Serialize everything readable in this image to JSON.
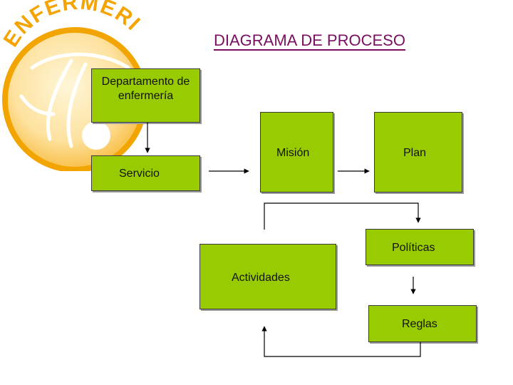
{
  "logo": {
    "text": "ENFERMERIA",
    "ring_color": "#f2a500",
    "light_color": "#fde7a3"
  },
  "title": "DIAGRAMA DE PROCESO",
  "boxes": {
    "departamento": "Departamento de\nenfermería",
    "servicio": "Servicio",
    "mision": "Misión",
    "plan": "Plan",
    "politicas": "Políticas",
    "actividades": "Actividades",
    "reglas": "Reglas"
  },
  "colors": {
    "box_fill": "#99cc00",
    "title": "#7a0e60"
  }
}
